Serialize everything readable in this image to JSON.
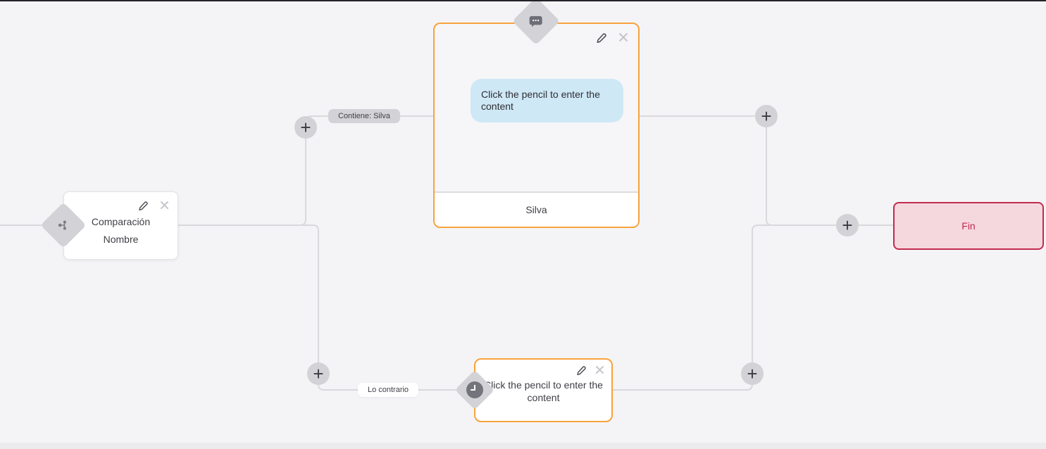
{
  "ui": {
    "plus_symbol": "+"
  },
  "edges": {
    "top_branch_label": "Contiene: Silva",
    "bottom_branch_label": "Lo contrario"
  },
  "nodes": {
    "condition": {
      "title": "Comparación",
      "subtitle": "Nombre"
    },
    "message": {
      "bubble_text": "Click the pencil to enter the content",
      "reply_label": "Silva"
    },
    "delay": {
      "placeholder_text": "Click the pencil to enter the content"
    },
    "end": {
      "label": "Fin"
    }
  },
  "icons": {
    "condition_badge": "branch-icon",
    "message_badge": "chat-bubble-icon",
    "delay_badge": "clock-icon",
    "edit": "pencil-icon",
    "delete": "close-icon"
  },
  "colors": {
    "accent_orange": "#f8a23c",
    "end_border_red": "#c22a4e",
    "end_bg_pink": "#f5d8de",
    "bubble_blue": "#cfe8f6",
    "connector_gray": "#d9d9dd",
    "widget_gray": "#d2d2d7",
    "canvas_bg": "#f4f4f6"
  }
}
